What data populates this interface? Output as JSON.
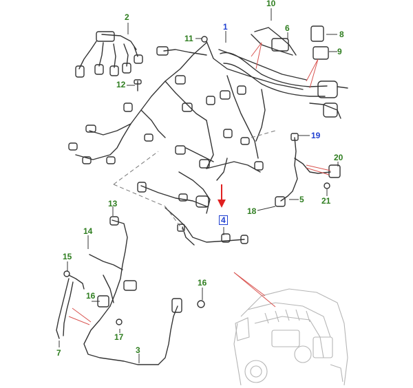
{
  "callouts": {
    "c1": "1",
    "c2": "2",
    "c3": "3",
    "c4": "4",
    "c5": "5",
    "c6": "6",
    "c7": "7",
    "c8": "8",
    "c9": "9",
    "c10": "10",
    "c11": "11",
    "c12": "12",
    "c13": "13",
    "c14": "14",
    "c15": "15",
    "c16": "16",
    "c17": "17",
    "c18": "18",
    "c19": "19",
    "c20": "20",
    "c21": "21"
  },
  "colors": {
    "label_green": "#2e7d1f",
    "label_blue": "#1f3fd0",
    "leader_red": "#d9534f",
    "highlight_arrow": "#e02020"
  },
  "icons": {
    "highlight_arrow": "red-down-arrow-icon"
  }
}
